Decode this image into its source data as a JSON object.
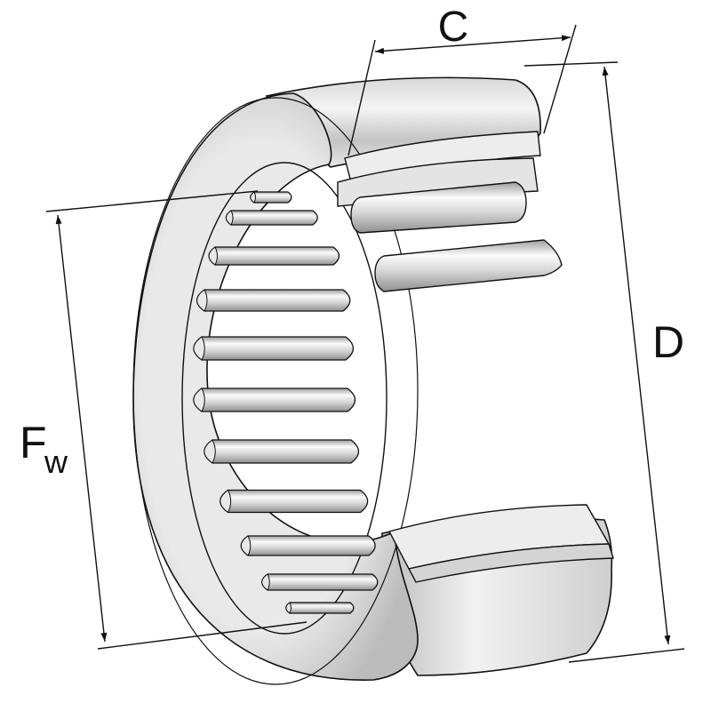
{
  "labels": {
    "width": "C",
    "outer_diameter": "D",
    "inner_diameter_main": "F",
    "inner_diameter_sub": "w"
  },
  "colors": {
    "line": "#111111",
    "metal_light": "#f1f1f1",
    "metal_mid": "#c9c9c9",
    "metal_dark": "#8c8c8c",
    "roller_light": "#fafafa",
    "roller_dark": "#9a9a9a"
  }
}
